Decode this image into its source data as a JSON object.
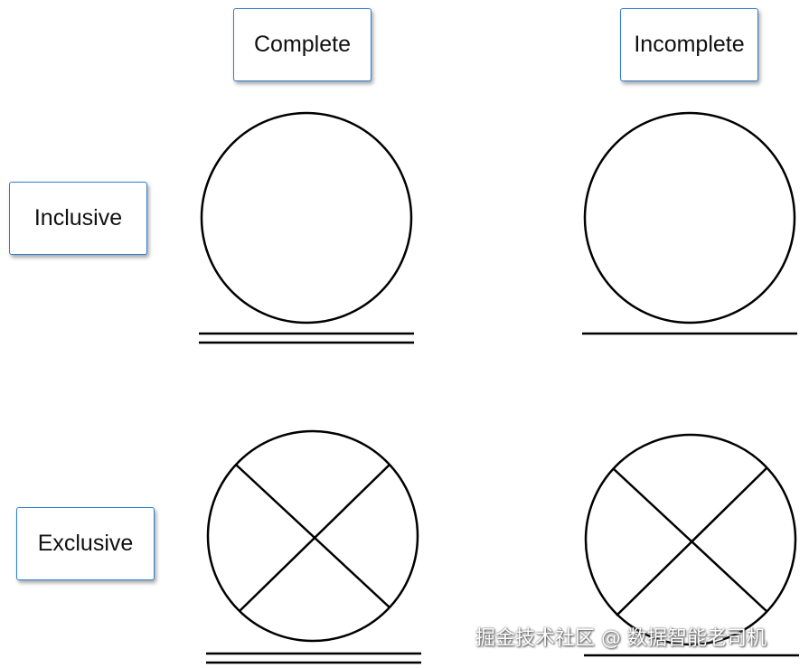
{
  "columns": {
    "complete": "Complete",
    "incomplete": "Incomplete"
  },
  "rows": {
    "inclusive": "Inclusive",
    "exclusive": "Exclusive"
  },
  "cells": [
    {
      "row": "inclusive",
      "column": "complete",
      "symbol": "empty-circle",
      "underline": "double"
    },
    {
      "row": "inclusive",
      "column": "incomplete",
      "symbol": "empty-circle",
      "underline": "single"
    },
    {
      "row": "exclusive",
      "column": "complete",
      "symbol": "crossed-circle",
      "underline": "double"
    },
    {
      "row": "exclusive",
      "column": "incomplete",
      "symbol": "crossed-circle",
      "underline": "single"
    }
  ],
  "colors": {
    "box_border": "#2f7fd0",
    "stroke": "#000000"
  },
  "watermark": "掘金技术社区 @ 数据智能老司机"
}
